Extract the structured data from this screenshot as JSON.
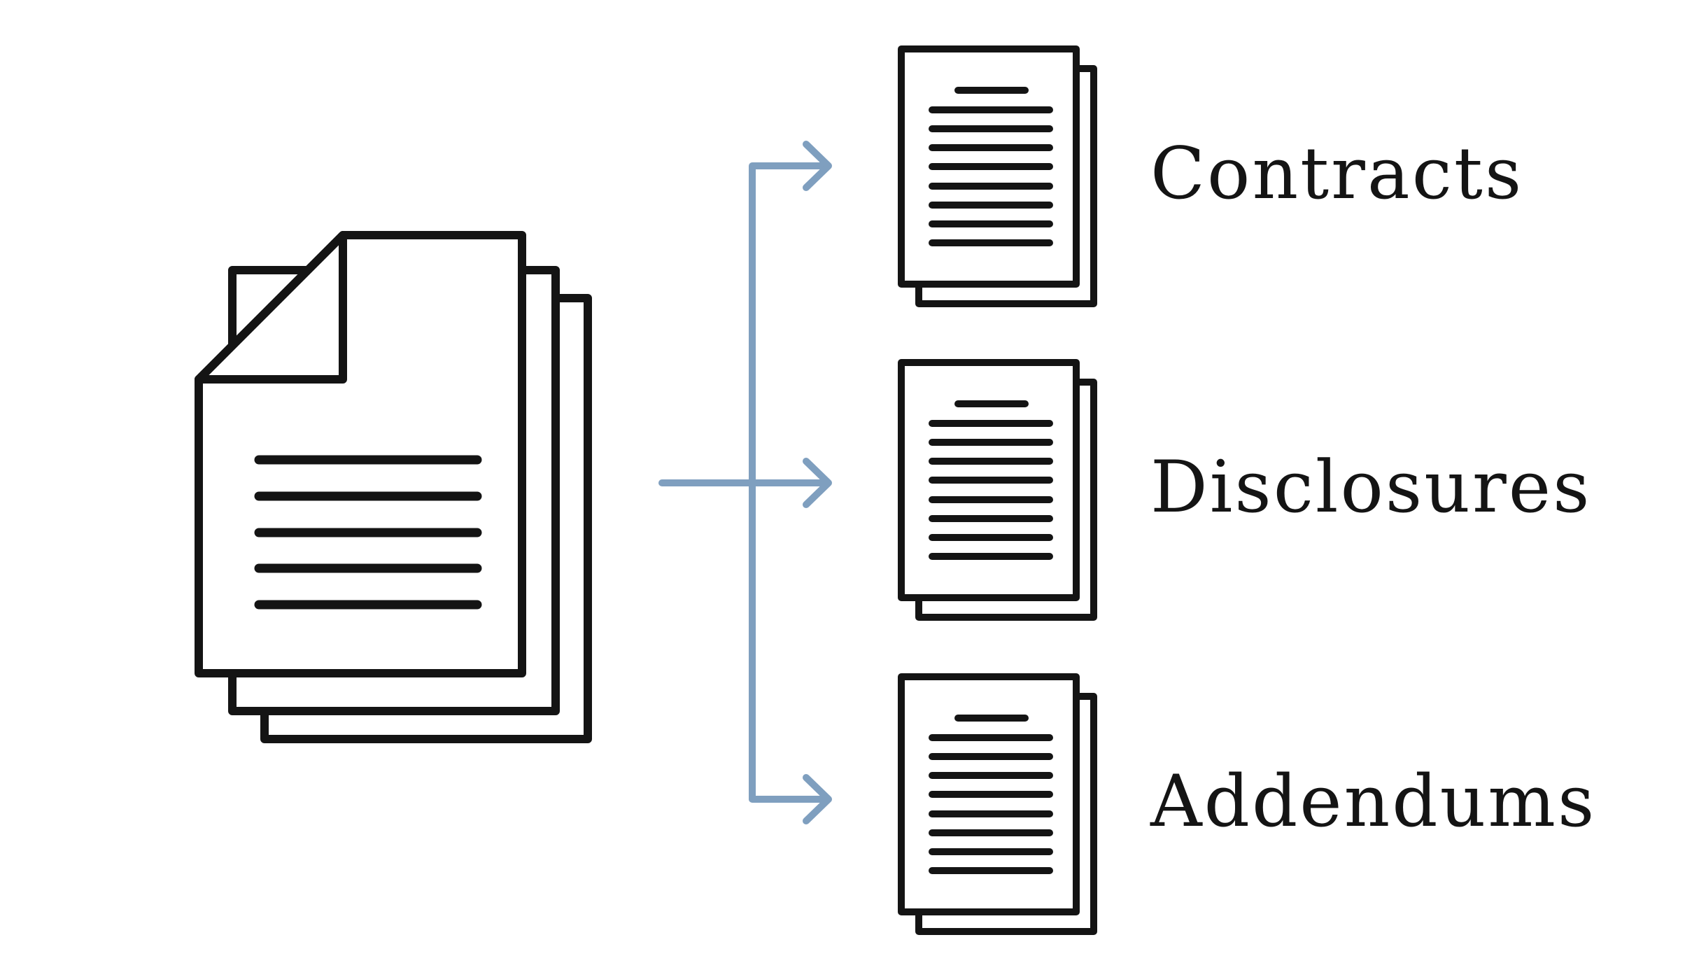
{
  "colors": {
    "ink": "#141414",
    "arrow": "#7f9fbf",
    "paper": "#ffffff",
    "background": "#ffffff"
  },
  "source": {
    "icon": "document-stack-icon"
  },
  "categories": [
    {
      "label": "Contracts",
      "icon": "document-stack-icon"
    },
    {
      "label": "Disclosures",
      "icon": "document-stack-icon"
    },
    {
      "label": "Addendums",
      "icon": "document-stack-icon"
    }
  ]
}
